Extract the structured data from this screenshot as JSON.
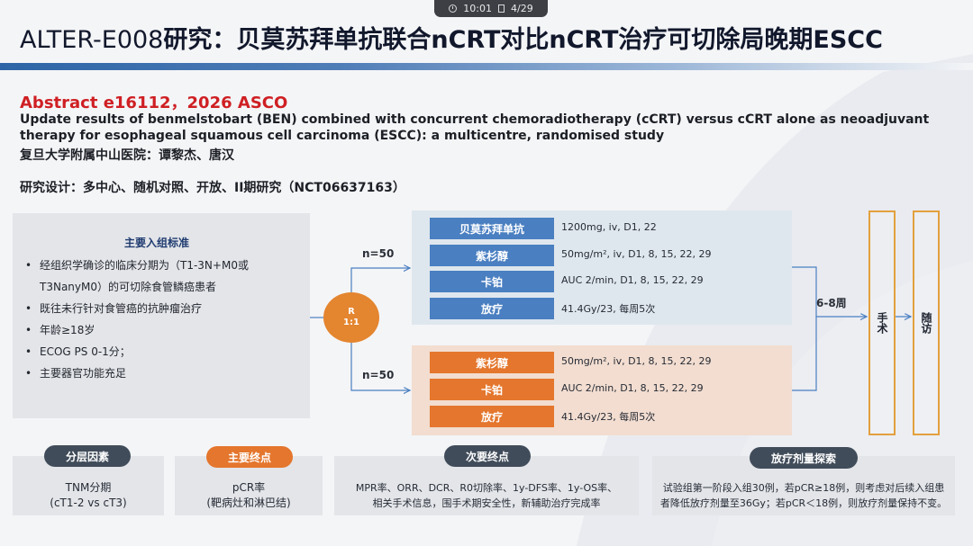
{
  "status": {
    "time": "10:01",
    "page": "4/29"
  },
  "title": {
    "study": "ALTER-E008",
    "rest": "研究：贝莫苏拜单抗联合nCRT对比nCRT治疗可切除局晚期ESCC"
  },
  "abstract": "Abstract e16112，2026 ASCO",
  "summary": "Update results of benmelstobart (BEN) combined with concurrent chemoradiotherapy (cCRT) versus cCRT alone as neoadjuvant therapy for esophageal squamous cell carcinoma (ESCC): a multicentre, randomised study",
  "hospital": "复旦大学附属中山医院：谭黎杰、唐汉",
  "design": "研究设计：多中心、随机对照、开放、II期研究（NCT06637163）",
  "criteria": {
    "heading": "主要入组标准",
    "items": [
      "经组织学确诊的临床分期为（T1-3N+M0或T3NanyM0）的可切除食管鳞癌患者",
      "既往未行针对食管癌的抗肿瘤治疗",
      "年龄≥18岁",
      "ECOG PS 0-1分；",
      "主要器官功能充足"
    ]
  },
  "randomization": {
    "label": "R",
    "ratio": "1:1"
  },
  "arm_top": {
    "n": "n=50",
    "rows": [
      {
        "drug": "贝莫苏拜单抗",
        "dose": "1200mg, iv, D1, 22"
      },
      {
        "drug": "紫杉醇",
        "dose": "50mg/m², iv, D1, 8, 15, 22, 29"
      },
      {
        "drug": "卡铂",
        "dose": "AUC 2/min, D1, 8, 15, 22, 29"
      },
      {
        "drug": "放疗",
        "dose": "41.4Gy/23, 每周5次"
      }
    ]
  },
  "arm_bottom": {
    "n": "n=50",
    "rows": [
      {
        "drug": "紫杉醇",
        "dose": "50mg/m², iv, D1, 8, 15, 22, 29"
      },
      {
        "drug": "卡铂",
        "dose": "AUC 2/min, D1, 8, 15, 22, 29"
      },
      {
        "drug": "放疗",
        "dose": "41.4Gy/23, 每周5次"
      }
    ]
  },
  "interval": "6-8周",
  "surgery": "手术",
  "followup": "随访",
  "bottom": {
    "stratification": {
      "label": "分层因素",
      "line1": "TNM分期",
      "line2": "(cT1-2 vs cT3)"
    },
    "primary": {
      "label": "主要终点",
      "line1": "pCR率",
      "line2": "(靶病灶和淋巴结)"
    },
    "secondary": {
      "label": "次要终点",
      "line1": "MPR率、ORR、DCR、R0切除率、1y-DFS率、1y-OS率、",
      "line2": "相关手术信息，围手术期安全性，新辅助治疗完成率"
    },
    "dose_exploration": {
      "label": "放疗剂量探索",
      "line1": "试验组第一阶段入组30例，若pCR≥18例，则考虑对后续入组患",
      "line2": "者降低放疗剂量至36Gy；若pCR＜18例，则放疗剂量保持不变。"
    }
  },
  "colors": {
    "accent_blue": "#4a7fc1",
    "accent_orange": "#e4762d",
    "title_red": "#cf1f23",
    "stage_border": "#e3a03d"
  }
}
